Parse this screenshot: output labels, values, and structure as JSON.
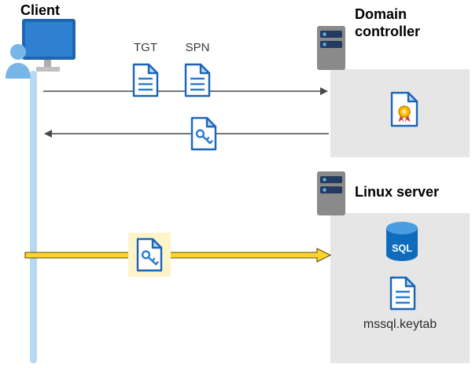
{
  "diagram": {
    "client": {
      "label": "Client"
    },
    "tickets": {
      "tgt_label": "TGT",
      "spn_label": "SPN"
    },
    "domain_controller": {
      "label": "Domain controller"
    },
    "linux_server": {
      "label": "Linux server",
      "database_label": "SQL",
      "keytab_label": "mssql.keytab"
    }
  },
  "icons": {
    "client": "client-workstation-icon",
    "server": "server-icon",
    "document": "document-icon",
    "key_document": "key-ticket-icon",
    "certificate": "certificate-icon",
    "database": "sql-database-icon"
  },
  "colors": {
    "document_blue": "#1b64b8",
    "panel_gray": "#e6e6e6",
    "timeline_blue": "#b7d8f3",
    "highlight_yellow_bg": "#fdf5c9",
    "arrow_yellow": "#ffd32e",
    "arrow_gray": "#4a4a4a",
    "database_blue": "#0f6cbd",
    "seal_gold": "#ffb900",
    "seal_ribbon_red": "#d13438"
  }
}
